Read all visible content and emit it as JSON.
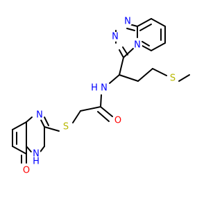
{
  "molecule": {
    "colors": {
      "carbon": "#000000",
      "nitrogen": "#0000FF",
      "oxygen": "#FF0000",
      "sulfur": "#B8B800"
    },
    "atoms": [
      {
        "id": "n_tz1",
        "text": "N",
        "element": "nitrogen"
      },
      {
        "id": "n_tz2",
        "text": "N",
        "element": "nitrogen"
      },
      {
        "id": "n_py",
        "text": "N",
        "element": "nitrogen"
      },
      {
        "id": "n_amide",
        "text": "N",
        "element": "nitrogen"
      },
      {
        "id": "h_amide",
        "text": "H",
        "element": "nitrogen"
      },
      {
        "id": "s_methyl",
        "text": "S",
        "element": "sulfur"
      },
      {
        "id": "o_amide",
        "text": "O",
        "element": "oxygen"
      },
      {
        "id": "s_thio",
        "text": "S",
        "element": "sulfur"
      },
      {
        "id": "n_qz1",
        "text": "N",
        "element": "nitrogen"
      },
      {
        "id": "n_qz3",
        "text": "N",
        "element": "nitrogen"
      },
      {
        "id": "h_qz3",
        "text": "H",
        "element": "nitrogen"
      },
      {
        "id": "o_qz",
        "text": "O",
        "element": "oxygen"
      }
    ]
  }
}
